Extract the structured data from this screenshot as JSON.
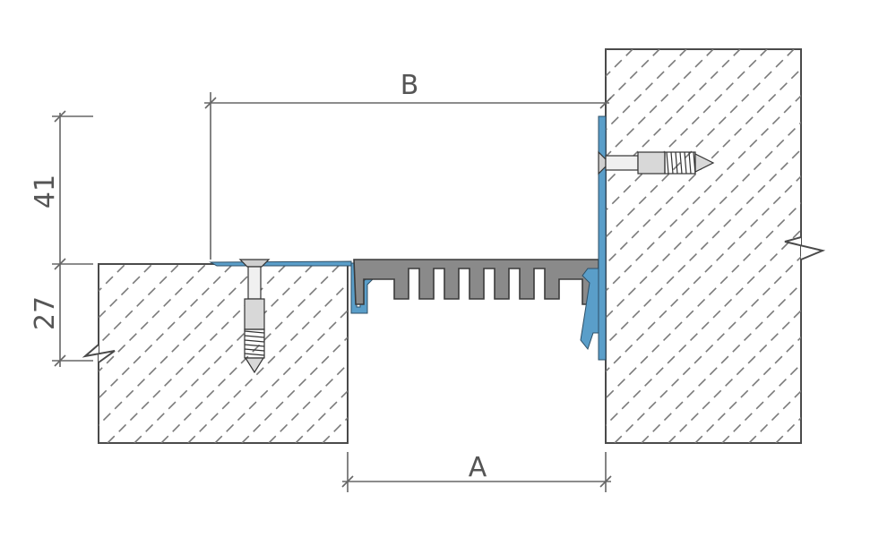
{
  "diagram": {
    "dimensions": {
      "height_upper": "41",
      "height_lower": "27",
      "width_top": "B",
      "width_gap": "A"
    },
    "colors": {
      "profile_blue": "#5a9ec9",
      "rubber_fill": "#8a8a8a",
      "rubber_stroke": "#3a3a3a",
      "concrete_edge": "#4a4a4a",
      "hatch": "#7a7a7a",
      "dimension_line": "#666666",
      "screw_fill": "#d0d0d0"
    }
  }
}
